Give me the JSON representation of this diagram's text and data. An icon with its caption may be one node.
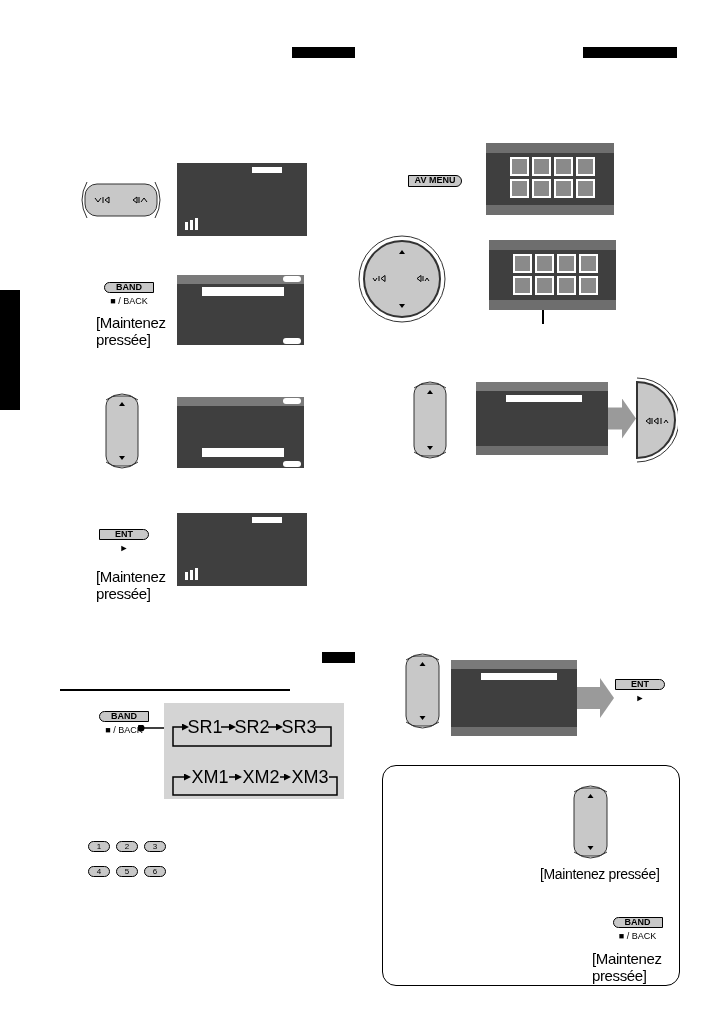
{
  "diagram": {
    "nodes": [
      {
        "text": [
          "BAND",
          "■ / BACK"
        ]
      },
      {
        "text": [],
        "shape": "box"
      },
      {
        "text": [
          "SR1"
        ],
        "in": 1
      },
      {
        "text": [
          "SR2"
        ],
        "in": 1
      },
      {
        "text": [
          "SR3"
        ],
        "in": 1
      },
      {
        "text": [
          "XM1"
        ],
        "in": 1
      },
      {
        "text": [
          "XM2"
        ],
        "in": 1
      },
      {
        "text": [
          "XM3"
        ],
        "in": 1
      },
      {
        "text": [],
        "shape": "box"
      },
      {
        "text": [],
        "shape": "picture"
      },
      {
        "text": [],
        "shape": "box"
      },
      {
        "text": [
          "ENT",
          "►"
        ]
      },
      {
        "text": [],
        "shape": "box"
      },
      {
        "text": [],
        "shape": "box"
      },
      {
        "text": [],
        "shape": "box"
      },
      {
        "text": [],
        "shape": "box"
      },
      {
        "text": [],
        "shape": "box"
      },
      {
        "text": [],
        "shape": "box"
      },
      {
        "text": [],
        "shape": "bar"
      },
      {
        "text": [
          "BAND",
          "■ / BACK"
        ]
      },
      {
        "text": [
          "ENT",
          "►"
        ]
      },
      {
        "text": [
          "AV MENU"
        ]
      },
      {
        "text": [
          "BAND",
          "■ / BACK"
        ]
      }
    ],
    "edges": [
      {
        "from": 0,
        "to": 1,
        "arrow": "other"
      },
      {
        "from": 2,
        "to": 3,
        "arrow": "to"
      },
      {
        "from": 3,
        "to": 4,
        "arrow": "to"
      },
      {
        "from": 4,
        "to": 2,
        "arrow": "to"
      },
      {
        "from": 5,
        "to": 6,
        "arrow": "to"
      },
      {
        "from": 6,
        "to": 7,
        "arrow": "to"
      },
      {
        "from": 7,
        "to": 5,
        "arrow": "to"
      },
      {
        "from": 8,
        "to": 9,
        "arrow": "to",
        "style": "thick",
        "color": "#9a9a9a"
      },
      {
        "from": 10,
        "to": 11,
        "arrow": "to",
        "style": "thick",
        "color": "#9a9a9a"
      },
      {
        "from": 17,
        "to": null,
        "arrow": "none"
      }
    ],
    "labels": [
      "[Maintenez pressée]",
      "[Maintenez pressée]",
      "1",
      "2",
      "3",
      "4",
      "5",
      "6",
      "[Maintenez pressée]",
      "[Maintenez pressée]"
    ]
  }
}
